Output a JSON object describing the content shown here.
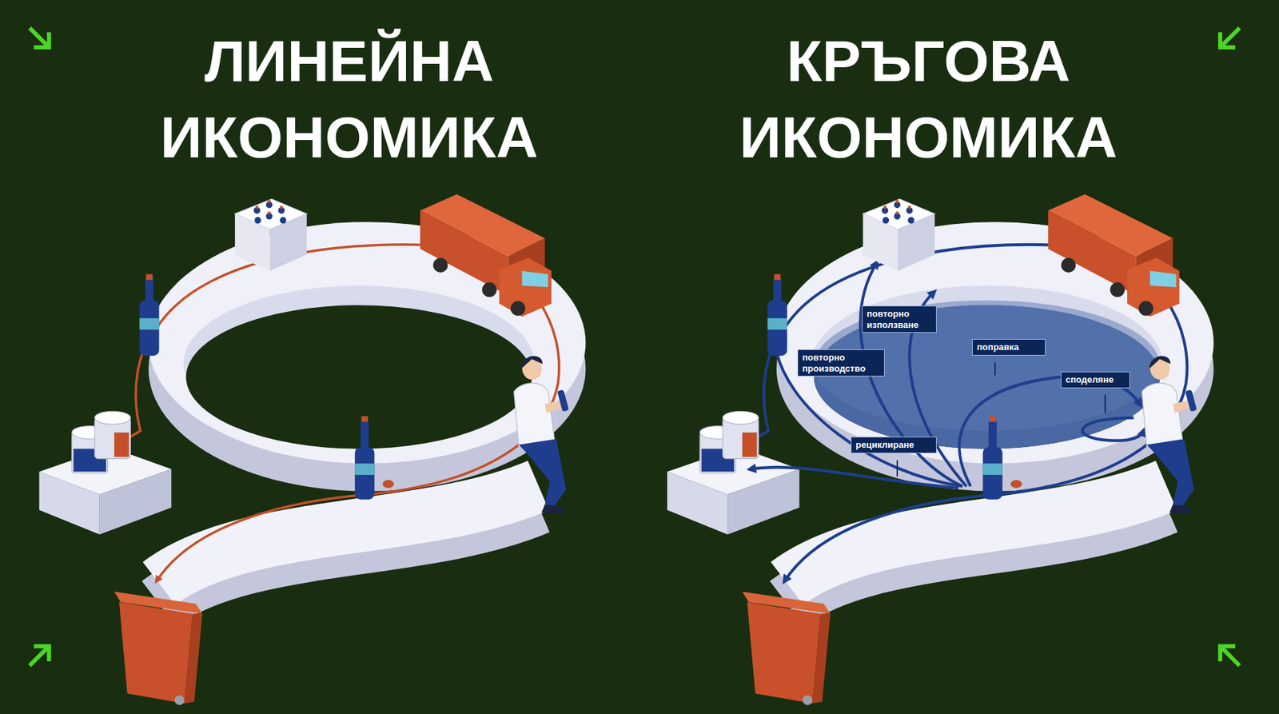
{
  "diagram": {
    "nodes": [
      {
        "text": [
          "повторно използване"
        ]
      },
      {
        "text": [
          "поправка"
        ]
      },
      {
        "text": [
          "повторно производство"
        ]
      },
      {
        "text": [
          "споделяне"
        ]
      },
      {
        "text": [
          "рециклиране"
        ]
      }
    ],
    "labels": [
      "ЛИНЕЙНА ИКОНОМИКА",
      "КРЪГОВА ИКОНОМИКА"
    ]
  }
}
